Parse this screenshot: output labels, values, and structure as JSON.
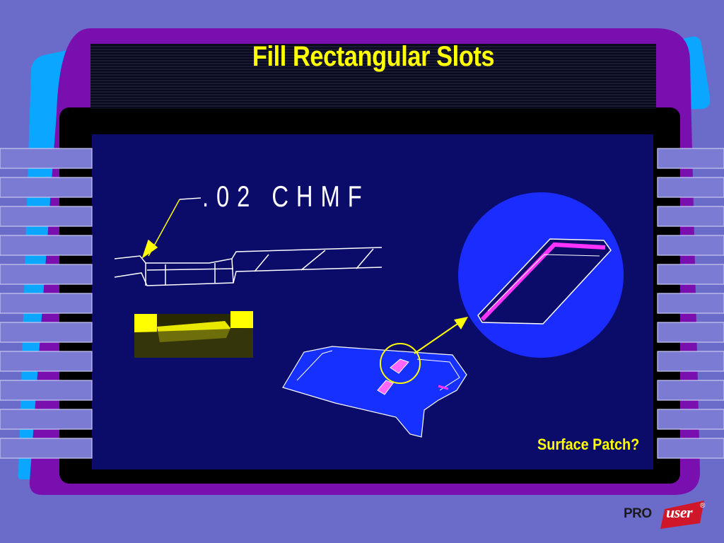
{
  "slide": {
    "title": "Fill Rectangular Slots",
    "dimension_note": ".02 CHMF",
    "callout": "Surface Patch?"
  },
  "logo": {
    "prefix": "PRO",
    "suffix": "user",
    "registered_mark": "®"
  },
  "colors": {
    "page_background": "#6b6bc9",
    "frame_outer": "#7a0fb0",
    "frame_inner": "#000000",
    "title_band": "#0a0a1e",
    "content_panel": "#0b0b6a",
    "accent_cyan": "#0aa6ff",
    "tab_fill": "#7b7bd3",
    "title_text": "#ffff00",
    "callout_text": "#ffff00",
    "part_blue": "#1530ff",
    "zoom_circle": "#1a2cff",
    "highlight_magenta": "#ff33ff",
    "leader_yellow": "#ffff00",
    "logo_red": "#d0172a"
  },
  "illustrations": {
    "chamfer_sketch_icon": "wireframe-slot-with-chamfer",
    "yellow_section_icon": "yellow-slot-section",
    "part_model_icon": "blue-part-model",
    "zoom_view_icon": "zoomed-slot-detail",
    "leader_arrow_icon": "arrow-to-zoom"
  }
}
